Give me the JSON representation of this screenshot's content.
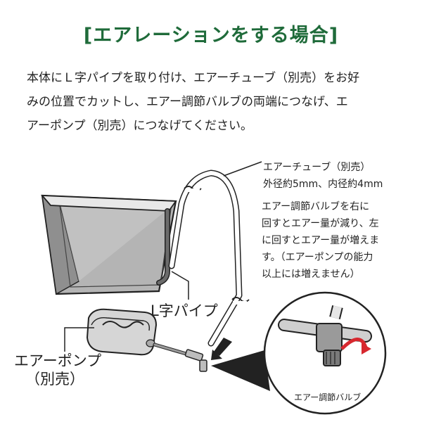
{
  "title": "[エアレーションをする場合]",
  "intro_lines": [
    "本体にＬ字パイプを取り付け、エアーチューブ（別売）をお好",
    "みの位置でカットし、エアー調節バルブの両端につなげ、エ",
    "アーポンプ（別売）につなげてください。"
  ],
  "tube_note": {
    "name": "エアーチューブ（別売）",
    "size": "外径約5mm、内径約4mm"
  },
  "valve_note_lines": [
    "エアー調節バルブを右に",
    "回すとエアー量が減り、左",
    "に回すとエアー量が増えま",
    "す。（エアーポンプの能力",
    "以上には増えません）"
  ],
  "labels": {
    "l_pipe": "L字パイプ",
    "pump_line1": "エアーポンプ",
    "pump_line2": "（別売）",
    "valve": "エアー調節バルブ"
  },
  "colors": {
    "title": "#1f6b3a",
    "tank_fill": "#b0b0b0",
    "arrow_red": "#d7282f"
  }
}
